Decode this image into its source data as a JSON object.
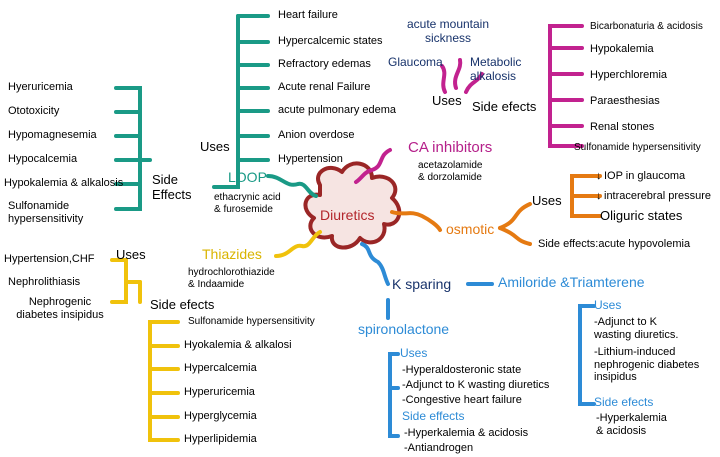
{
  "colors": {
    "teal": "#1a9a86",
    "magenta": "#c2228f",
    "orange": "#e57a12",
    "yellow": "#f0c20c",
    "blue": "#2d8bd6",
    "navy": "#18336b",
    "center_outline": "#9a2626",
    "center_fill": "#f6e4e2"
  },
  "center": {
    "label": "Diuretics"
  },
  "loop": {
    "title": "LOOP",
    "drugs": "ethacrynic acid\n& furosemide",
    "uses_label": "Uses",
    "uses": [
      "Heart failure",
      "Hypercalcemic states",
      "Refractory edemas",
      "Acute renal Failure",
      "acute pulmonary edema",
      "Anion overdose",
      "Hypertension"
    ],
    "side_label": "Side\nEffects",
    "side_effects": [
      "Hyeruricemia",
      "Ototoxicity",
      "Hypomagnesemia",
      "Hypocalcemia",
      "Hypokalemia & alkalosis",
      "Sulfonamide\nhypersensitivity"
    ]
  },
  "ca": {
    "title": "CA inhibitors",
    "drugs": "acetazolamide\n& dorzolamide",
    "uses_label": "Uses",
    "uses": [
      "acute mountain\nsickness",
      "Glaucoma",
      "Metabolic\nalkalosis"
    ],
    "side_label": "Side efects",
    "side_effects": [
      "Bicarbonaturia & acidosis",
      "Hypokalemia",
      "Hyperchloremia",
      "Paraesthesias",
      "Renal stones",
      "Sulfonamide hypersensitivity"
    ]
  },
  "osmotic": {
    "title": "osmotic",
    "uses_label": "Uses",
    "uses": [
      "IOP in glaucoma",
      "intracerebral pressure",
      "Oliguric states"
    ],
    "side_effects_line": "Side effects:acute hypovolemia"
  },
  "thiazides": {
    "title": "Thiazides",
    "drugs": "hydrochlorothiazide\n& Indaamide",
    "uses_label": "Uses",
    "uses": [
      "Hypertension,CHF",
      "Nephrolithiasis",
      "Nephrogenic\ndiabetes insipidus"
    ],
    "side_label": "Side efects",
    "side_effects": [
      "Sulfonamide hypersensitivity",
      "Hyokalemia & alkalosi",
      "Hypercalcemia",
      "Hyperuricemia",
      "Hyperglycemia",
      "Hyperlipidemia"
    ]
  },
  "ksparing": {
    "title": "K sparing",
    "spiro": {
      "title": "spironolactone",
      "uses_label": "Uses",
      "uses": [
        "-Hyperaldosteronic state",
        "-Adjunct to K wasting diuretics",
        "-Congestive heart failure"
      ],
      "side_label": "Side effects",
      "side_effects": [
        "-Hyperkalemia & acidosis",
        "-Antiandrogen"
      ]
    },
    "amiloride": {
      "title": "Amiloride &Triamterene",
      "uses_label": "Uses",
      "uses": [
        "-Adjunct to K\nwasting diuretics.",
        "-Lithium-induced\nnephrogenic diabetes\ninsipidus"
      ],
      "side_label": "Side efects",
      "side_effects": [
        "-Hyperkalemia\n& acidosis"
      ]
    }
  }
}
